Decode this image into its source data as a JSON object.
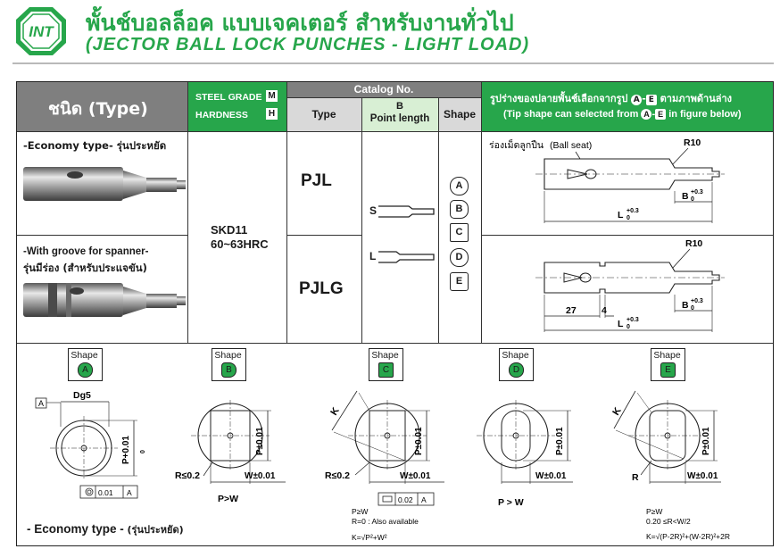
{
  "header": {
    "logo_text": "INT",
    "title_thai": "พั้นช์บอลล็อค แบบเจคเตอร์ สำหรับงานทั่วไป",
    "title_english": "(JECTOR BALL LOCK PUNCHES - LIGHT LOAD)"
  },
  "colors": {
    "green": "#27a64b",
    "gray": "#7f7f7f",
    "light_green": "#d8efd4"
  },
  "table_header": {
    "type_label": "ชนิด (Type)",
    "steel_grade": "STEEL GRADE",
    "steel_grade_badge": "M",
    "hardness": "HARDNESS",
    "hardness_badge": "H",
    "catalog_no": "Catalog No.",
    "col_type": "Type",
    "col_b": "B",
    "col_point_length": "Point length",
    "col_shape": "Shape",
    "tip_shape_thai_pre": "รูปร่างของปลายพั้นช์เลือกจากรูป",
    "tip_shape_thai_mid": "-",
    "tip_shape_thai_post": "ตามภาพด้านล่าง",
    "tip_shape_en_pre": "(Tip shape can selected from",
    "tip_shape_en_mid": "-",
    "tip_shape_en_post": "in figure below)",
    "tip_letter_from": "A",
    "tip_letter_to": "E"
  },
  "rows": [
    {
      "label": "-Economy type- รุ่นประหยัด",
      "type": "PJL"
    },
    {
      "label_line1": "-With groove for spanner-",
      "label_line2": "รุ่นมีร่อง (สำหรับประแจขัน)",
      "type": "PJLG"
    }
  ],
  "material": {
    "grade": "SKD11",
    "hardness": "60~63HRC"
  },
  "point_length": {
    "short": "S",
    "long": "L"
  },
  "shapes": [
    "A",
    "B",
    "C",
    "D",
    "E"
  ],
  "drawing1": {
    "ball_seat_thai": "ร่องเม็ดลูกปืน",
    "ball_seat_en": "(Ball seat)",
    "radius": "R10",
    "b_label": "B",
    "b_tol": "+0.3",
    "b_tol_low": "0",
    "l_label": "L",
    "l_tol": "+0.3",
    "l_tol_low": "0"
  },
  "drawing2": {
    "radius": "R10",
    "dim_27": "27",
    "dim_4": "4",
    "b_label": "B",
    "b_tol": "+0.3",
    "b_tol_low": "0",
    "l_label": "L",
    "l_tol": "+0.3",
    "l_tol_low": "0"
  },
  "shape_label": "Shape",
  "shape_details": {
    "a": {
      "datum": "A",
      "dg": "Dg5",
      "p_label": "P+0.01",
      "p_low": "0",
      "runout": "0.01",
      "runout_datum": "A"
    },
    "b": {
      "r": "R≤0.2",
      "w": "W±0.01",
      "p": "P±0.01",
      "cond": "P>W"
    },
    "c": {
      "k": "K",
      "r": "R≤0.2",
      "w": "W±0.01",
      "p": "P±0.01",
      "flat": "0.02",
      "flat_datum": "A",
      "note1": "P≥W",
      "note2": "R=0 : Also available",
      "formula": "K=√P²+W²"
    },
    "d": {
      "w": "W±0.01",
      "p": "P±0.01",
      "cond": "P > W"
    },
    "e": {
      "k": "K",
      "r": "R",
      "w": "W±0.01",
      "p": "P±0.01",
      "note1": "P≥W",
      "note2": "0.20 ≤R<W/2",
      "formula": "K=√(P-2R)²+(W-2R)²+2R"
    }
  },
  "footer": {
    "label_en": "- Economy type -",
    "label_thai": "(รุ่นประหยัด)"
  }
}
